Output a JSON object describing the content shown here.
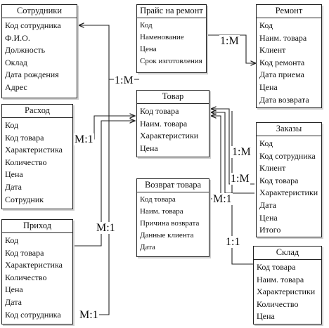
{
  "entities": {
    "employees": {
      "title": "Сотрудники",
      "fields": [
        "Код сотрудника",
        "Ф.И.О.",
        "Должность",
        "Оклад",
        "Дата рождения",
        "Адрес"
      ]
    },
    "price": {
      "title": "Прайс на ремонт",
      "fields": [
        "Код",
        "Наменование",
        "Цена",
        "Срок изготовления"
      ]
    },
    "repair": {
      "title": "Ремонт",
      "fields": [
        "Код",
        "Наим. товара",
        "Клиент",
        "Код ремонта",
        "Дата приема",
        "Цена",
        "Дата возврата"
      ]
    },
    "expense": {
      "title": "Расход",
      "fields": [
        "Код",
        "Код товара",
        "Характеристика",
        "Количество",
        "Цена",
        "Дата",
        "Сотрудник"
      ]
    },
    "goods": {
      "title": "Товар",
      "fields": [
        "Код товара",
        "Наим. товара",
        "Характеристики",
        "Цена"
      ]
    },
    "orders": {
      "title": "Заказы",
      "fields": [
        "Код",
        "Код сотрудника",
        "Клиент",
        "Код товара",
        "Характеристики",
        "Дата",
        "Цена",
        "Итого"
      ]
    },
    "returns": {
      "title": "Возврат товара",
      "fields": [
        "Код товара",
        "Наим. товара",
        "Причина возврата",
        "Данные клиента",
        "Дата"
      ]
    },
    "income": {
      "title": "Приход",
      "fields": [
        "Код",
        "Код товара",
        "Характеристика",
        "Количество",
        "Цена",
        "Дата",
        "Код сотрудника"
      ]
    },
    "warehouse": {
      "title": "Склад",
      "fields": [
        "Код товара",
        "Наим. товара",
        "Характеристики",
        "Количество",
        "Цена"
      ]
    }
  },
  "relations": {
    "price_repair": "1:M",
    "employees_goods": "1:M",
    "expense_goods": "M:1",
    "income_goods": "M:1",
    "income_bottom": "M:1",
    "orders_goods_1": "1:M",
    "orders_goods_2": "1:M",
    "returns_goods": "M:1",
    "warehouse_goods": "1:1"
  }
}
